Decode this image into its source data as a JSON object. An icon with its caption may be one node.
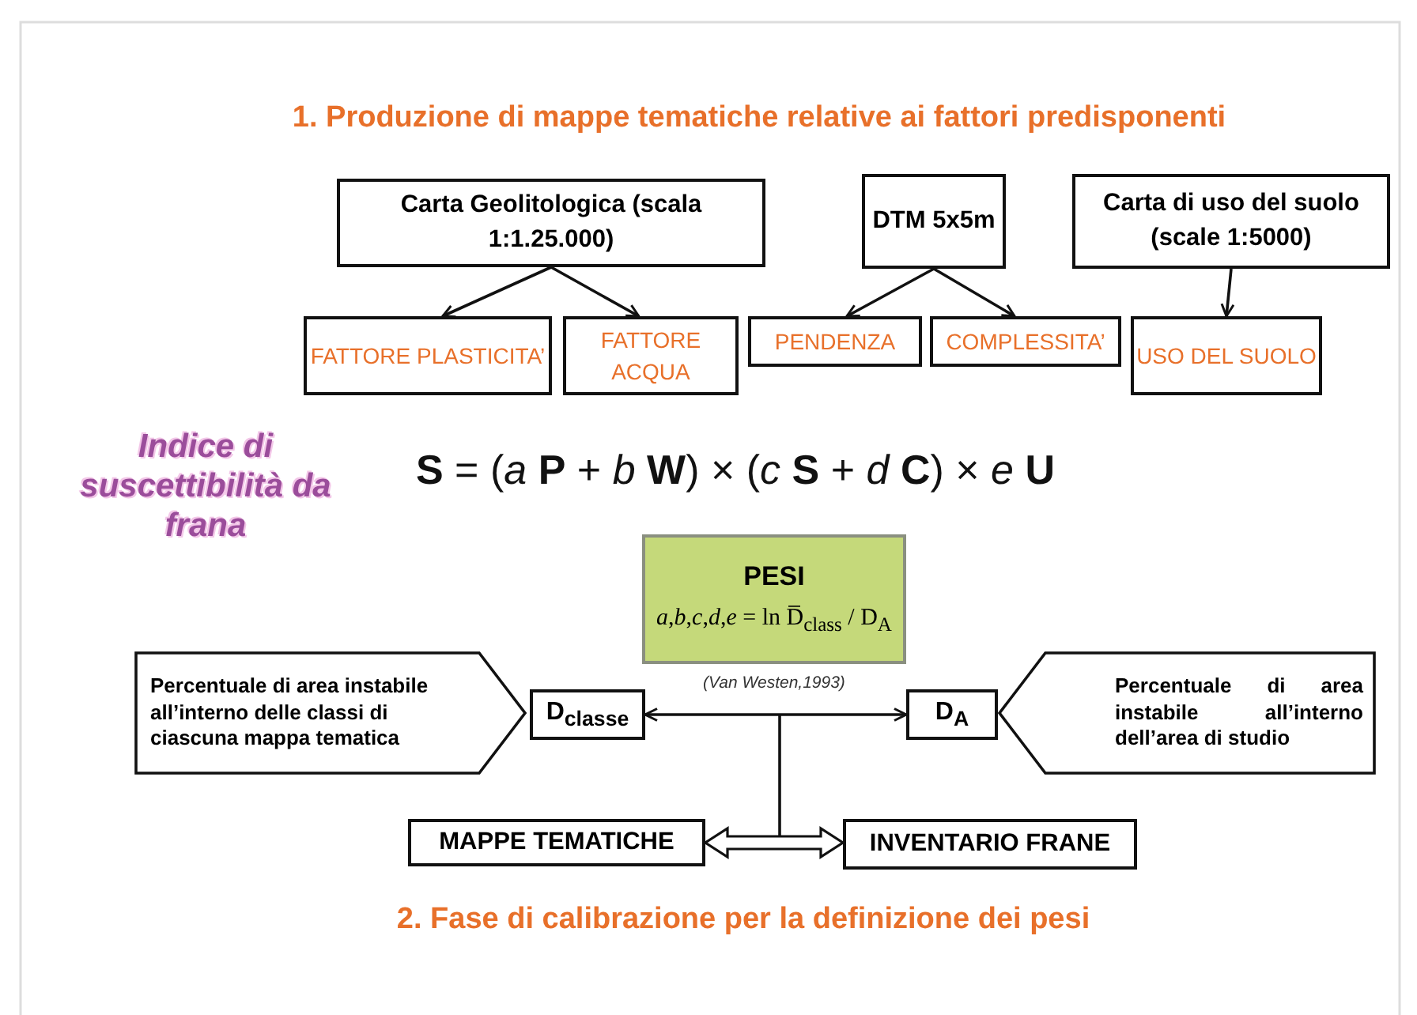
{
  "diagram": {
    "title": "1. Produzione di mappe tematiche relative ai fattori predisponenti",
    "caption": "2. Fase di calibrazione per la definizione dei pesi",
    "nodes": [
      {
        "text": [
          "Carta Geolitologica (scala 1:1.25.000)"
        ]
      },
      {
        "text": [
          "DTM 5x5m"
        ]
      },
      {
        "text": [
          "Carta di uso del suolo (scale 1:5000)"
        ]
      },
      {
        "text": [
          "FATTORE PLASTICITA’"
        ]
      },
      {
        "text": [
          "FATTORE ACQUA"
        ]
      },
      {
        "text": [
          "PENDENZA"
        ]
      },
      {
        "text": [
          "COMPLESSITA’"
        ]
      },
      {
        "text": [
          "USO DEL SUOLO"
        ]
      },
      {
        "text": [
          "PESI",
          "*a*,*b*,*c*,*d*,*e* = ln D̅$_{class}$ / D$_{A}$"
        ],
        "beside": [
          "(Van Westen,1993)"
        ]
      },
      {
        "text": [
          "Percentuale di area instabile all’interno delle classi di ciascuna mappa tematica"
        ]
      },
      {
        "text": [
          "D$_{classe}$"
        ]
      },
      {
        "text": [
          "D$_{A}$"
        ]
      },
      {
        "text": [
          "Percentuale di area instabile all’interno dell’area di studio"
        ]
      },
      {
        "text": [
          "MAPPE TEMATICHE"
        ]
      },
      {
        "text": [
          "INVENTARIO FRANE"
        ]
      }
    ],
    "edges": [
      {
        "from": 0,
        "to": 3,
        "arrow": "to"
      },
      {
        "from": 0,
        "to": 4,
        "arrow": "to"
      },
      {
        "from": 1,
        "to": 5,
        "arrow": "to"
      },
      {
        "from": 1,
        "to": 6,
        "arrow": "to"
      },
      {
        "from": 2,
        "to": 7,
        "arrow": "to"
      },
      {
        "from": 10,
        "to": 11,
        "arrow": "both"
      },
      {
        "from": 13,
        "to": 14,
        "arrow": "both",
        "style": "thick"
      }
    ],
    "labels": [
      "Indice di suscettibilità da frana",
      "**S** = (*a* **P** + *b* **W**) × (*c* **S** + *d* **C**) × *e* **U**"
    ]
  }
}
